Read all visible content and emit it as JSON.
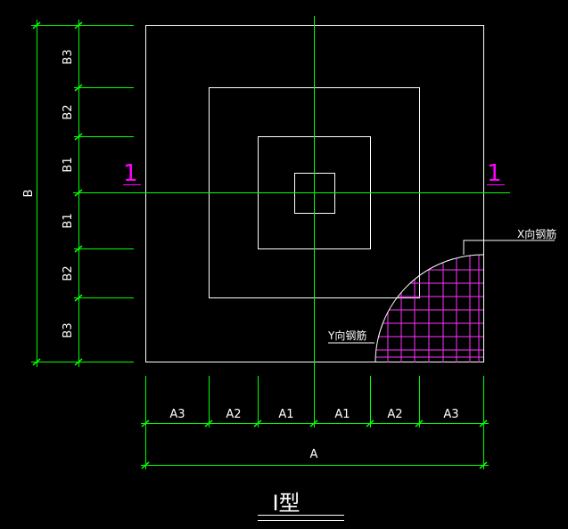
{
  "drawing": {
    "title": "I型",
    "section_label_left": "1",
    "section_label_right": "1",
    "x_rebar_label": "X向钢筋",
    "y_rebar_label": "Y向钢筋"
  },
  "dimensions": {
    "bottom_segments": [
      "A3",
      "A2",
      "A1",
      "A1",
      "A2",
      "A3"
    ],
    "bottom_total": "A",
    "left_segments": [
      "B3",
      "B2",
      "B1",
      "B1",
      "B2",
      "B3"
    ],
    "left_total": "B"
  },
  "colors": {
    "background": "#000000",
    "outline": "#ffffff",
    "centerline": "#00ff00",
    "dimension": "#00ff00",
    "section_mark": "#ff00ff",
    "rebar_x": "#ff33ff",
    "rebar_y": "#cc33ff"
  }
}
